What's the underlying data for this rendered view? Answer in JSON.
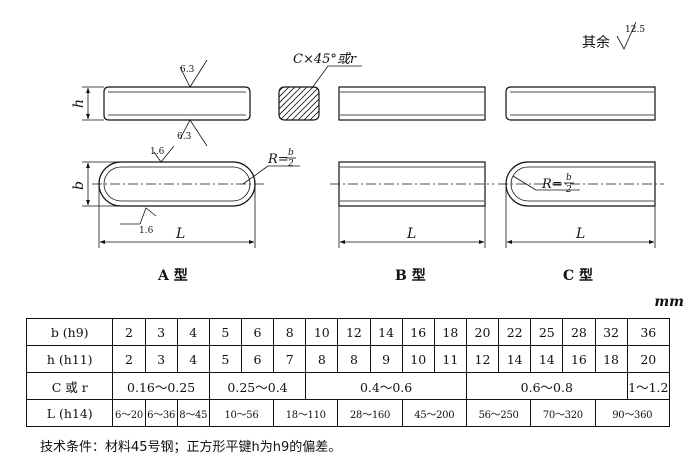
{
  "roughness_other": {
    "label": "其余",
    "value": "12.5"
  },
  "callouts": {
    "chamfer": "C×45°或r",
    "radius_a": "R=",
    "radius_c": "R=",
    "frac_num": "b",
    "frac_den": "2"
  },
  "roughness": {
    "top": "6.3",
    "bottom": "6.3",
    "plan_top": "1.6",
    "plan_bottom": "1.6"
  },
  "dims": {
    "h": "h",
    "b": "b",
    "L_a": "L",
    "L_b": "L",
    "L_c": "L"
  },
  "types": {
    "a": "A 型",
    "b": "B 型",
    "c": "C 型"
  },
  "unit": "mm",
  "table": {
    "rows": [
      {
        "header": "b (h9)",
        "cells": [
          "2",
          "3",
          "4",
          "5",
          "6",
          "8",
          "10",
          "12",
          "14",
          "16",
          "18",
          "20",
          "22",
          "25",
          "28",
          "32",
          "36"
        ]
      },
      {
        "header": "h (h11)",
        "cells": [
          "2",
          "3",
          "4",
          "5",
          "6",
          "7",
          "8",
          "8",
          "9",
          "10",
          "11",
          "12",
          "14",
          "14",
          "16",
          "18",
          "20"
        ]
      },
      {
        "header": "C 或 r",
        "cells": [
          {
            "text": "0.16～0.25",
            "span": 3
          },
          {
            "text": "0.25～0.4",
            "span": 3
          },
          {
            "text": "0.4～0.6",
            "span": 5
          },
          {
            "text": "0.6～0.8",
            "span": 5
          },
          {
            "text": "1～1.2",
            "span": 1
          }
        ]
      },
      {
        "header": "L (h14)",
        "cells": [
          {
            "text": "6～20",
            "span": 1
          },
          {
            "text": "6～36",
            "span": 1
          },
          {
            "text": "8～45",
            "span": 1
          },
          {
            "text": "10～56",
            "span": 2
          },
          {
            "text": "18～110",
            "span": 2
          },
          {
            "text": "28～160",
            "span": 2
          },
          {
            "text": "45～200",
            "span": 2
          },
          {
            "text": "56～250",
            "span": 2
          },
          {
            "text": "70～320",
            "span": 2
          },
          {
            "text": "90～360",
            "span": 2
          }
        ]
      }
    ]
  },
  "note": "技术条件：材料45号钢；正方形平键h为h9的偏差。"
}
